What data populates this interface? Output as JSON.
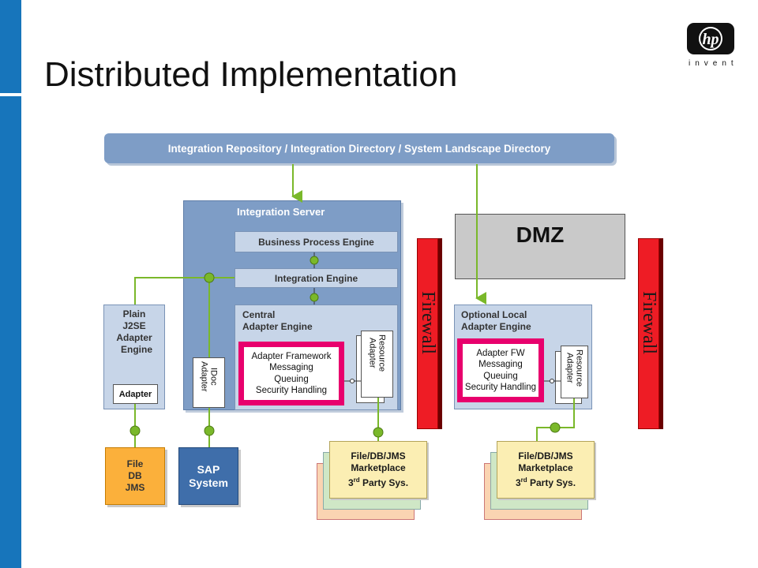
{
  "title": "Distributed Implementation",
  "repository_bar": "Integration Repository / Integration Directory / System Landscape Directory",
  "integration_server": {
    "title": "Integration Server",
    "business_process_engine": "Business Process Engine",
    "integration_engine": "Integration Engine",
    "central_adapter_engine": [
      "Central",
      "Adapter Engine"
    ],
    "adapter_framework": [
      "Adapter Framework",
      "Messaging",
      "Queuing",
      "Security Handling"
    ],
    "resource_adapter": [
      "Resource",
      "Adapter"
    ],
    "idoc_adapter": [
      "IDoc",
      "Adapter"
    ]
  },
  "plain_j2se": {
    "label": [
      "Plain",
      "J2SE",
      "Adapter",
      "Engine"
    ],
    "adapter": "Adapter"
  },
  "dmz": "DMZ",
  "firewall_label": "Firewall",
  "optional_local": {
    "label": [
      "Optional Local",
      "Adapter Engine"
    ],
    "adapter_fw": [
      "Adapter FW",
      "Messaging",
      "Queuing",
      "Security Handling"
    ],
    "resource_adapter": [
      "Resource",
      "Adapter"
    ]
  },
  "file_db_jms": [
    "File",
    "DB",
    "JMS"
  ],
  "sap_system": [
    "SAP",
    "System"
  ],
  "marketplace": {
    "line1": "File/DB/JMS",
    "line2": "Marketplace",
    "line3_pre": "3",
    "line3_sup": "rd",
    "line3_post": " Party Sys."
  },
  "logo": {
    "mark": "hp",
    "tagline": "invent"
  },
  "colors": {
    "sidebar": "#1775bb",
    "server_blue": "#7e9dc6",
    "light_blue": "#c7d5e8",
    "firewall_red": "#ee1c25",
    "framework_magenta": "#e8006d",
    "connector_green": "#7ab82a",
    "file_orange": "#fbb03b",
    "sap_blue": "#3f6eaa"
  }
}
